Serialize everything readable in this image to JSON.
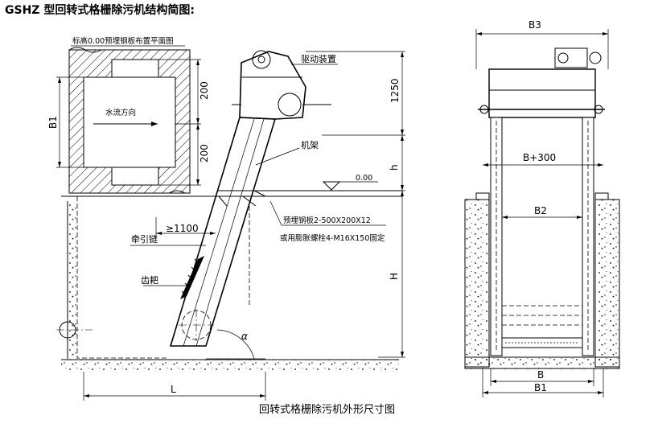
{
  "title": "GSHZ 型回转式格栅除污机结构简图:",
  "caption": "回转式格栅除污机外形尺寸图",
  "labels": {
    "plan_view": "标高0.00预埋钢板布置平面图",
    "drive": "驱动装置",
    "frame": "机架",
    "flow": "水流方向",
    "embed_plate": "预埋钢板2-500X200X12",
    "expansion_bolt": "或用膨胀螺栓4-M16X150固定",
    "chain": "牵引链",
    "rake": "齿耙",
    "level": "0.00"
  },
  "dims": {
    "b3": "B3",
    "b1_left": "B1",
    "d200a": "200",
    "d200b": "200",
    "d1250": "1250",
    "h_small": "h",
    "h_big": "H",
    "d1100": "≥1100",
    "l": "L",
    "alpha": "α",
    "b300": "B+300",
    "b2": "B2",
    "b": "B",
    "b1_right": "B1"
  }
}
